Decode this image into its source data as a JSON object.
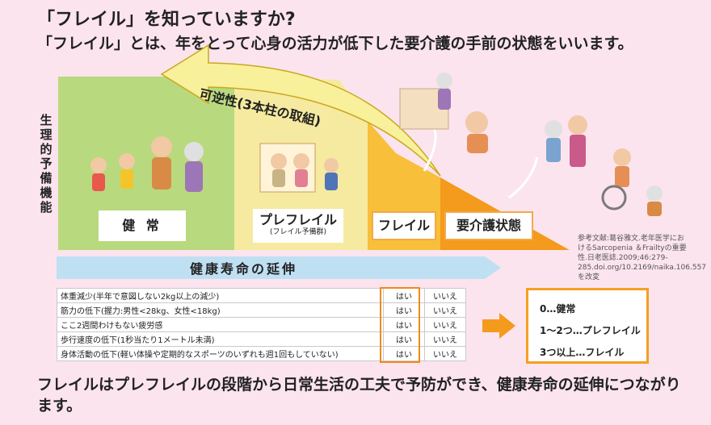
{
  "header": {
    "title": "「フレイル」を知っていますか?",
    "subtitle": "「フレイル」とは、年をとって心身の活力が低下した要介護の手前の状態をいいます。"
  },
  "diagram": {
    "vertical_label": "生理的予備機能",
    "arrow_label": "可逆性(3本柱の取組)",
    "stages": {
      "healthy": "健 常",
      "prefrail": "プレフレイル",
      "prefrail_sub": "(フレイル予備群)",
      "frail": "フレイル",
      "care": "要介護状態"
    },
    "healthy_life_label": "健康寿命の延伸",
    "colors": {
      "healthy": "#b9d97e",
      "prefrail": "#f6eaa0",
      "frail": "#f8bf3a",
      "care": "#f49a1c",
      "arrow": "#f8f09a",
      "life_bar": "#bfe0f3"
    }
  },
  "reference": "参考文献:葛谷雅文.老年医学におけるSarcopenia ＆Frailtyの重要性.日老医誌.2009;46:279-285.doi.org/10.2169/naika.106.557を改変",
  "checklist": {
    "rows": [
      {
        "item": "体重減少(半年で意図しない2kg以上の減少)",
        "yes": "はい",
        "no": "いいえ"
      },
      {
        "item": "筋力の低下(握力:男性<28kg、女性<18kg)",
        "yes": "はい",
        "no": "いいえ"
      },
      {
        "item": "ここ2週間わけもない疲労感",
        "yes": "はい",
        "no": "いいえ"
      },
      {
        "item": "歩行速度の低下(1秒当たり1メートル未満)",
        "yes": "はい",
        "no": "いいえ"
      },
      {
        "item": "身体活動の低下(軽い体操や定期的なスポーツのいずれも週1回もしていない)",
        "yes": "はい",
        "no": "いいえ"
      }
    ]
  },
  "results": {
    "zero": "0…健常",
    "one_two": "1〜2つ…プレフレイル",
    "three_plus": "3つ以上…フレイル"
  },
  "footer": "フレイルはプレフレイルの段階から日常生活の工夫で予防ができ、健康寿命の延伸につながります。"
}
